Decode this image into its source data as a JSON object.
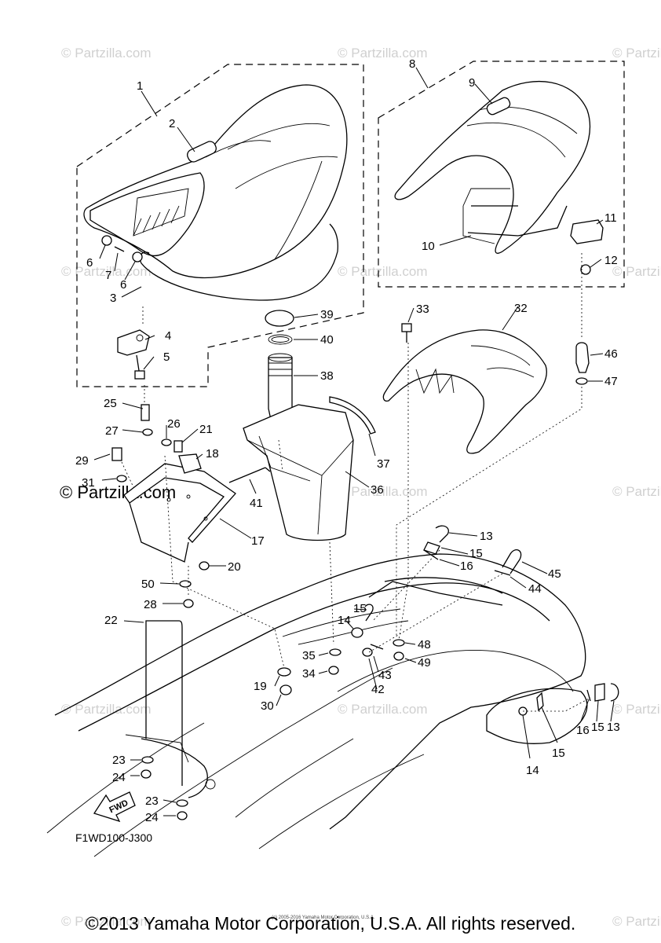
{
  "watermarks": {
    "text": "© Partzilla.com",
    "highlighted_text": "© Partzilla.com"
  },
  "diagram": {
    "code": "F1WD100-J300",
    "direction_label": "FWD",
    "callouts": [
      "1",
      "2",
      "3",
      "4",
      "5",
      "6",
      "7",
      "6",
      "8",
      "9",
      "10",
      "11",
      "12",
      "25",
      "27",
      "26",
      "21",
      "29",
      "18",
      "31",
      "39",
      "40",
      "38",
      "37",
      "36",
      "41",
      "17",
      "20",
      "50",
      "28",
      "33",
      "32",
      "46",
      "47",
      "13",
      "15",
      "16",
      "45",
      "44",
      "15",
      "14",
      "35",
      "48",
      "49",
      "34",
      "43",
      "42",
      "19",
      "30",
      "22",
      "23",
      "24",
      "23",
      "24",
      "16",
      "15",
      "13",
      "14",
      "15"
    ]
  },
  "footer": {
    "copyright": "©2013 Yamaha Motor Corporation, U.S.A. All rights reserved.",
    "small_text": "(c) 2005-2016 Yamaha Motor Corporation, U.S.A."
  }
}
